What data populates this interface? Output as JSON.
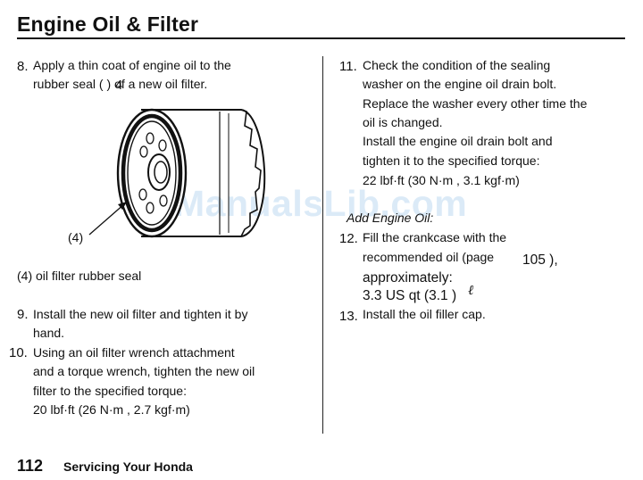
{
  "header": {
    "title": "Engine Oil & Filter"
  },
  "left": {
    "step8": {
      "num": "8.",
      "line1": "Apply a thin coat of engine oil to the",
      "line2": "rubber seal (  ) of a new oil filter.",
      "ref": "4"
    },
    "figure": {
      "callout": "(4)"
    },
    "caption": "(4) oil filter rubber seal",
    "step9": {
      "num": "9.",
      "line1": "Install the new oil filter and tighten it by",
      "line2": "hand."
    },
    "step10": {
      "num": "10.",
      "line1": "Using an oil filter wrench attachment",
      "line2": "and a torque wrench, tighten the new oil",
      "line3": "filter to the specified torque:",
      "line4": "20 lbf·ft (26 N·m , 2.7 kgf·m)"
    }
  },
  "right": {
    "step11": {
      "num": "11.",
      "line1": "Check the condition of the sealing",
      "line2": "washer on the engine oil drain bolt.",
      "line3": "Replace the washer every other time the",
      "line4": "oil is changed.",
      "line5": "Install the engine oil drain bolt and",
      "line6": "tighten it to the specified torque:",
      "line7": "22 lbf·ft (30 N·m , 3.1 kgf·m)"
    },
    "subheading": "Add Engine Oil:",
    "step12": {
      "num": "12.",
      "line1": "Fill the crankcase with the",
      "line2a": "recommended oil (page",
      "line2b": "105 ),",
      "line3": "approximately:",
      "line4": "3.3 US qt (3.1 )",
      "unit": "ℓ"
    },
    "step13": {
      "num": "13.",
      "line1": "Install the oil filler cap."
    }
  },
  "watermark": "ManualsLib.com",
  "footer": {
    "page": "112",
    "section": "Servicing Your Honda"
  }
}
